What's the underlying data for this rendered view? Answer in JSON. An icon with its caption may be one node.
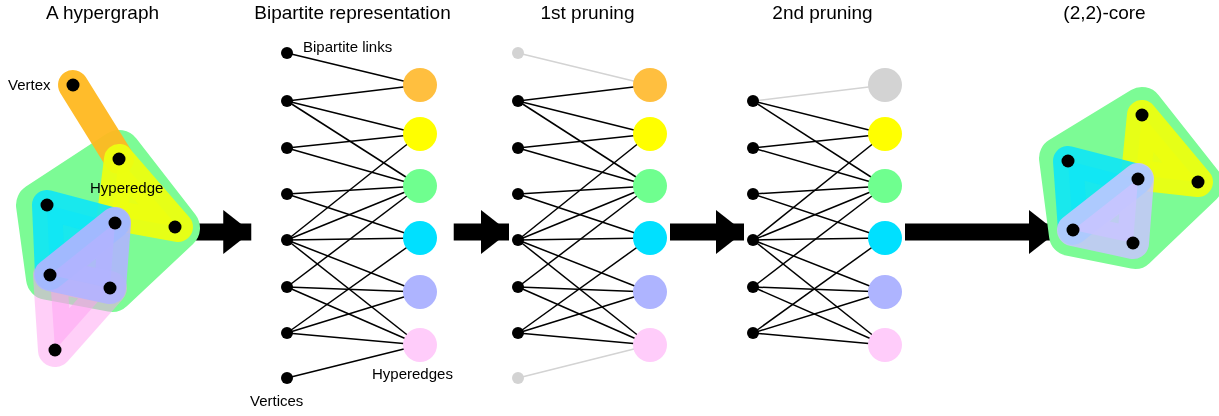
{
  "diagram": {
    "nodes": [
      {
        "text": [
          "A hypergraph"
        ]
      },
      {
        "text": [
          "Bipartite representation"
        ]
      },
      {
        "text": [
          "1st pruning"
        ]
      },
      {
        "text": [
          "2nd pruning"
        ]
      },
      {
        "text": [
          "(2,2)-core"
        ]
      }
    ],
    "edges": [
      {
        "from": 0,
        "to": 1,
        "arrow": "to"
      },
      {
        "from": 1,
        "to": 2,
        "arrow": "to"
      },
      {
        "from": 2,
        "to": 3,
        "arrow": "to"
      },
      {
        "from": 3,
        "to": 4,
        "arrow": "to"
      }
    ],
    "labels": [
      "Vertex",
      "Hyperedge",
      "Bipartite links",
      "Hyperedges",
      "Vertices"
    ]
  }
}
